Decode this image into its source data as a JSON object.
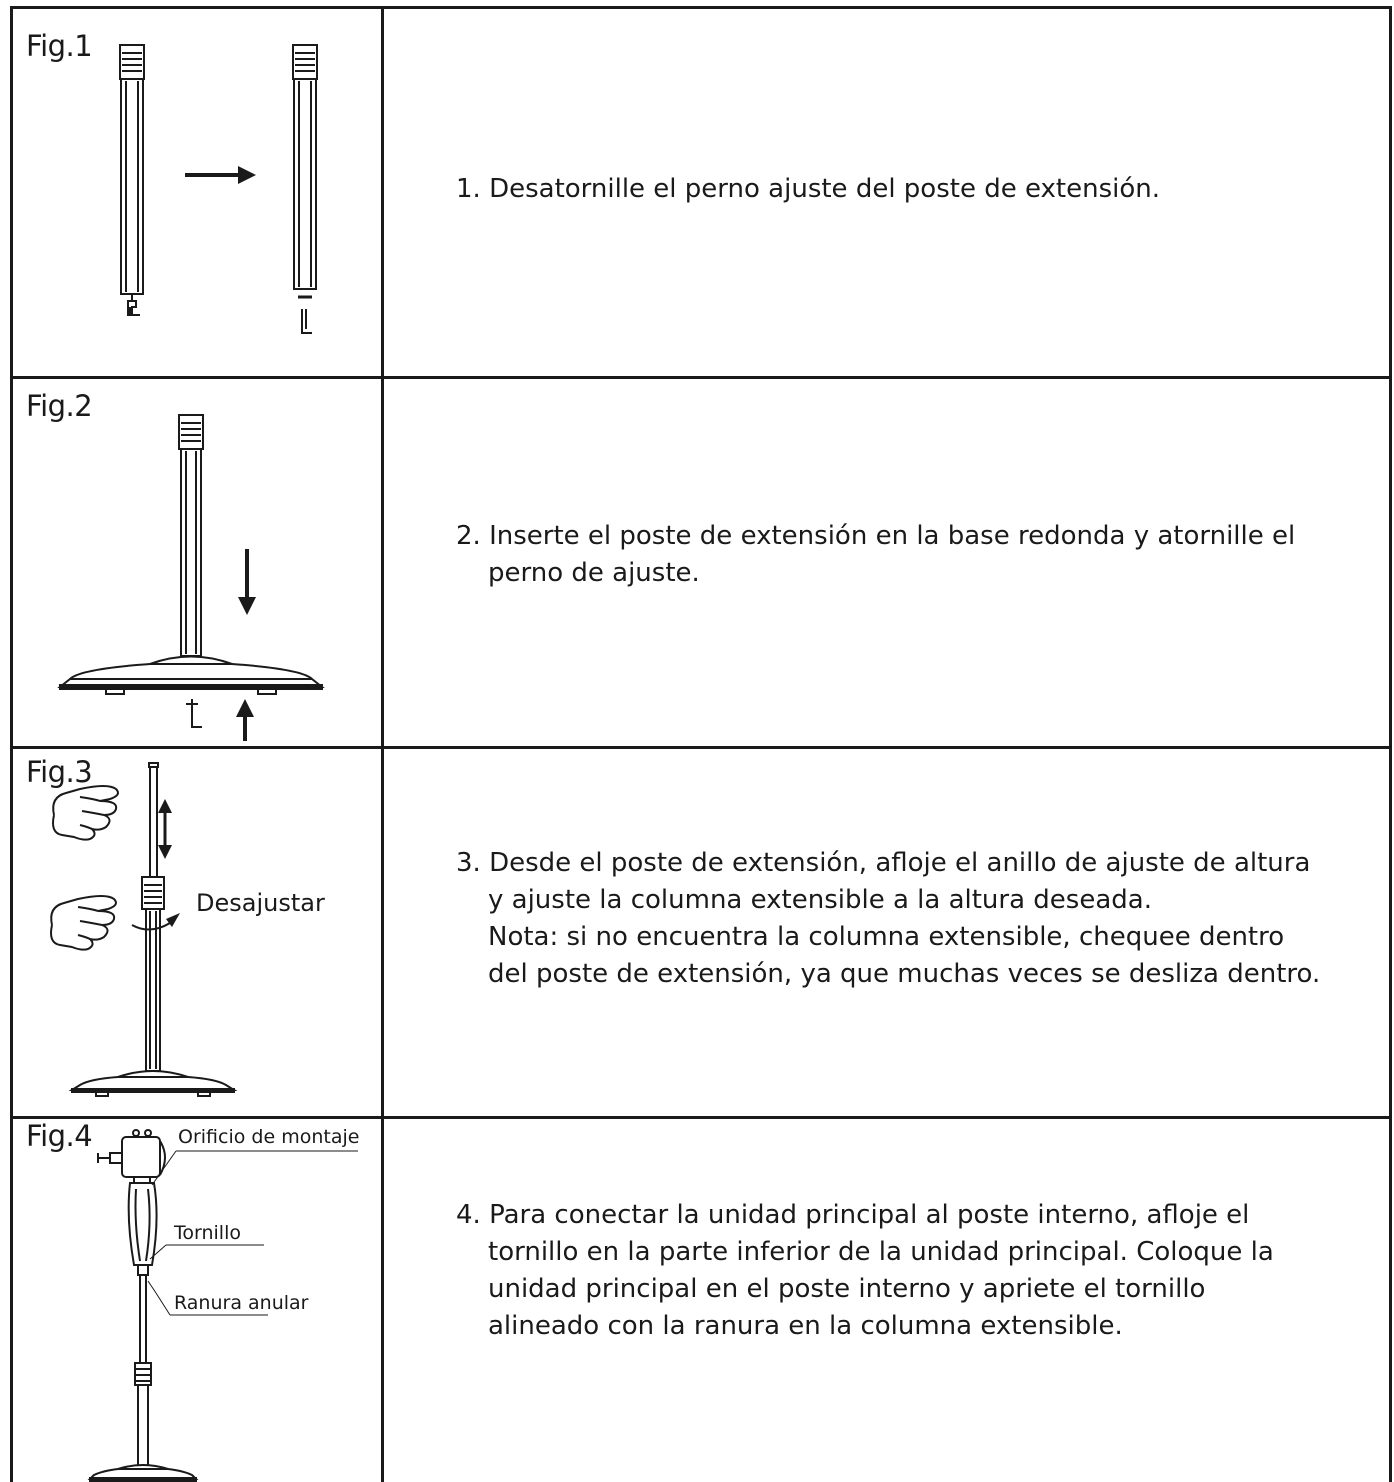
{
  "figures": [
    {
      "label": "Fig.1",
      "text": [
        "1. Desatornille el perno ajuste del poste de extensión."
      ]
    },
    {
      "label": "Fig.2",
      "text": [
        "2. Inserte el poste de extensión en la base redonda y atornille el",
        "perno de ajuste."
      ]
    },
    {
      "label": "Fig.3",
      "callout": "Desajustar",
      "text": [
        "3. Desde el poste de extensión, afloje el anillo de ajuste de altura",
        "y ajuste la columna extensible a la altura deseada.",
        "Nota: si no encuentra la columna extensible, chequee dentro",
        "del poste de extensión, ya que muchas veces se desliza dentro."
      ]
    },
    {
      "label": "Fig.4",
      "callouts": [
        "Orificio de montaje",
        "Tornillo",
        "Ranura anular"
      ],
      "text": [
        "4. Para conectar la unidad principal al poste interno, afloje el",
        "tornillo en la parte inferior de la unidad principal. Coloque la",
        "unidad principal en el poste interno y apriete el tornillo",
        "alineado con la ranura en la columna extensible."
      ]
    }
  ]
}
